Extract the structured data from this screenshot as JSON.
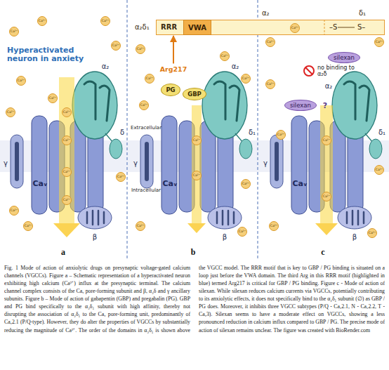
{
  "diagram": {
    "caption": "Fig. 1 Mode of action of anxiolytic drugs on presynaptic voltage-gated calcium channels (VGCCs). Figure a – Schematic representation of a hyperactivated neuron exhibiting high calcium (Ca²⁺) influx at the presynaptic terminal. The calcium channel complex consists of the Caᵥ pore-forming subunit and β, α₂δ and γ ancillary subunits. Figure b – Mode of action of gabapentin (GBP) and pregabalin (PG). GBP and PG bind specifically to the α₂δ₁ subunit with high affinity, thereby not disrupting the association of α₂δ₁ to the Caᵥ pore-forming unit, predominantly of Caᵥ2.1 (P/Q-type). However, they do alter the properties of VGCCs by substantially reducing the magnitude of Ca²⁺. The order of the domains in α₂δ₁ is shown above the VGCC model. The RRR motif that is key to GBP / PG binding is situated on a loop just before the VWA domain. The third Arg in this RRR motif (highlighted in blue) termed Arg217 is critical for GBP / PG binding. Figure c - Mode of action of silexan. While silexan reduces calcium currents via VGCCs, potentially contributing to its anxiolytic effects, it does not specifically bind to the α₂δ₁ subunit (∅) as GBP / PG does. Moreover, it inhibits three VGCC subtypes (P/Q - Caᵥ2.1, N - Caᵥ2.2, T - Caᵥ3). Silexan seems to have a moderate effect on VGCCs, showing a less pronounced reduction in calcium influx compared to GBP / PG. The precise mode of action of silexan remains unclear. The figure was created with BioRender.com",
    "nodes": [
      {
        "text": [
          "α₂δ₁",
          "RRR",
          "α₂",
          "–S",
          "S–",
          "δ₁"
        ]
      },
      {
        "text": [
          "VWA"
        ],
        "in": 0
      },
      {
        "text": [
          "Arg217"
        ]
      },
      {
        "text": [
          "PG"
        ]
      },
      {
        "text": [
          "GBP"
        ]
      },
      {
        "text": [
          "silexan"
        ]
      },
      {
        "text": [
          "silexan"
        ]
      },
      {
        "text": [
          "Ca²⁺"
        ]
      },
      {
        "text": [
          "Ca²⁺"
        ]
      },
      {
        "text": [
          "Ca²⁺"
        ]
      },
      {
        "text": [
          "Ca²⁺"
        ]
      },
      {
        "text": [
          "Ca²⁺"
        ]
      },
      {
        "text": [
          "Ca²⁺"
        ]
      },
      {
        "text": [
          "Ca²⁺"
        ]
      },
      {
        "text": [
          "Ca²⁺"
        ]
      },
      {
        "text": [
          "Ca²⁺"
        ]
      },
      {
        "text": [
          "Ca²⁺"
        ]
      },
      {
        "text": [
          "Ca²⁺"
        ]
      },
      {
        "text": [
          "Ca²⁺"
        ]
      },
      {
        "text": [
          "Ca²⁺"
        ]
      },
      {
        "text": [
          "Ca²⁺"
        ]
      },
      {
        "text": [
          "Ca²⁺"
        ]
      },
      {
        "text": [
          "Ca²⁺"
        ]
      },
      {
        "text": [
          "Ca²⁺"
        ]
      },
      {
        "text": [
          "Ca²⁺"
        ]
      },
      {
        "text": [
          "Ca²⁺"
        ]
      },
      {
        "text": [
          "Ca²⁺"
        ]
      },
      {
        "text": [
          "Ca²⁺"
        ]
      },
      {
        "text": [
          "Ca²⁺"
        ]
      },
      {
        "text": [
          "Ca²⁺"
        ]
      },
      {
        "text": [
          "Ca²⁺"
        ]
      },
      {
        "text": [
          "Ca²⁺"
        ]
      },
      {
        "text": [
          "Ca²⁺"
        ]
      },
      {
        "text": [
          "Ca²⁺"
        ]
      },
      {
        "text": [
          "Ca²⁺"
        ]
      },
      {
        "text": [
          "Ca²⁺"
        ]
      },
      {
        "text": [
          "Ca²⁺"
        ]
      },
      {
        "text": [
          "Ca²⁺"
        ]
      },
      {
        "text": [
          "Ca²⁺"
        ]
      },
      {
        "text": [
          "Ca²⁺"
        ]
      },
      {
        "text": [
          "Ca²⁺"
        ]
      }
    ],
    "edges": [
      {
        "from": 2,
        "to": 0,
        "arrow": "to"
      }
    ],
    "labels": [
      "Hyperactivated neuron in anxiety",
      "α₂",
      "δ",
      "Caᵥ",
      "γ",
      "β",
      "a",
      "Extracellular",
      "Intracellular",
      "α₂",
      "δ₁",
      "Caᵥ",
      "γ",
      "β",
      "b",
      "no binding to α₂δ",
      "?",
      "α₂",
      "δ₁",
      "Caᵥ",
      "γ",
      "β",
      "c"
    ]
  }
}
